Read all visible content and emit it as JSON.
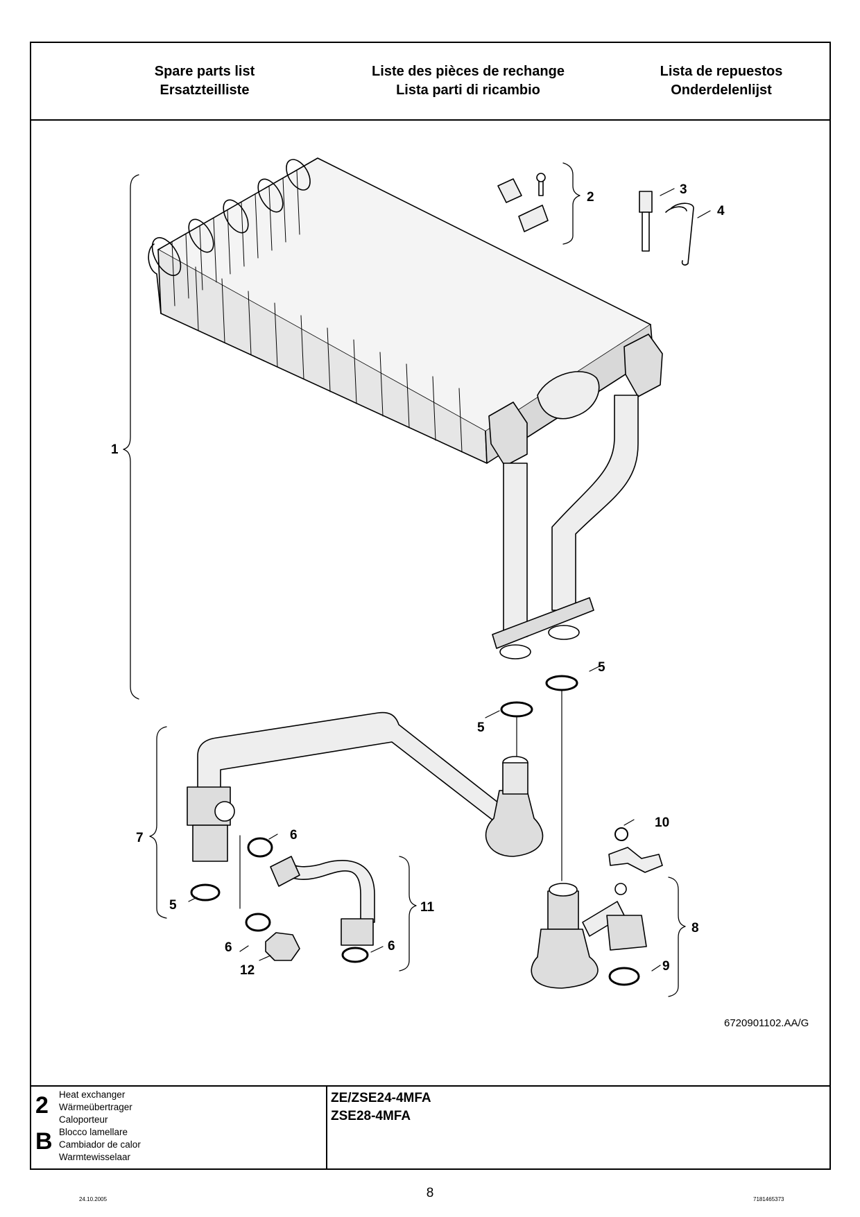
{
  "header": {
    "col1": [
      "Spare parts list",
      "Ersatzteilliste"
    ],
    "col2": [
      "Liste des pièces de rechange",
      "Lista parti di ricambio"
    ],
    "col3": [
      "Lista de repuestos",
      "Onderdelenlijst"
    ]
  },
  "drawing": {
    "callouts": [
      "1",
      "2",
      "3",
      "4",
      "5",
      "5",
      "5",
      "6",
      "6",
      "6",
      "7",
      "8",
      "9",
      "10",
      "11",
      "12"
    ],
    "reference": "6720901102.AA/G"
  },
  "footer": {
    "group_number": "2",
    "group_letter": "B",
    "descriptions": [
      "Heat exchanger",
      "Wärmeübertrager",
      "Caloporteur",
      "Blocco lamellare",
      "Cambiador de calor",
      "Warmtewisselaar"
    ],
    "models": [
      "ZE/ZSE24-4MFA",
      "ZSE28-4MFA"
    ]
  },
  "page": {
    "number": "8",
    "date": "24.10.2005",
    "doc_code": "7181465373"
  }
}
